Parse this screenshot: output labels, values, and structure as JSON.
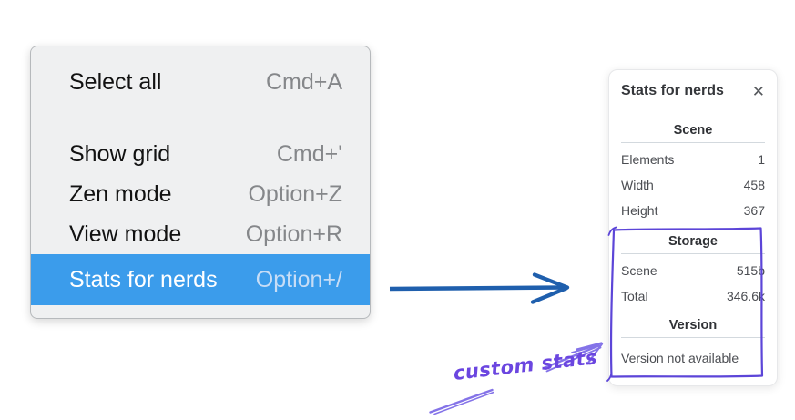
{
  "menu": {
    "items": [
      {
        "label": "Select all",
        "shortcut": "Cmd+A",
        "highlighted": false
      },
      {
        "label": "Show grid",
        "shortcut": "Cmd+'",
        "highlighted": false
      },
      {
        "label": "Zen mode",
        "shortcut": "Option+Z",
        "highlighted": false
      },
      {
        "label": "View mode",
        "shortcut": "Option+R",
        "highlighted": false
      },
      {
        "label": "Stats for nerds",
        "shortcut": "Option+/",
        "highlighted": true
      }
    ]
  },
  "panel": {
    "title": "Stats for nerds",
    "close_icon": "✕",
    "sections": [
      {
        "heading": "Scene",
        "rows": [
          {
            "label": "Elements",
            "value": "1"
          },
          {
            "label": "Width",
            "value": "458"
          },
          {
            "label": "Height",
            "value": "367"
          }
        ]
      },
      {
        "heading": "Storage",
        "rows": [
          {
            "label": "Scene",
            "value": "515b"
          },
          {
            "label": "Total",
            "value": "346.6k"
          }
        ]
      },
      {
        "heading": "Version",
        "note": "Version not available"
      }
    ]
  },
  "annotation": {
    "label": "custom stats"
  },
  "colors": {
    "menu_highlight": "#3b9ceb",
    "menu_background": "#eff0f1",
    "arrow_blue": "#1f5fad",
    "annotation_purple_box": "#5c45d8",
    "annotation_purple_arrow": "#8473e8",
    "annotation_purple_text": "#6b46e0"
  }
}
